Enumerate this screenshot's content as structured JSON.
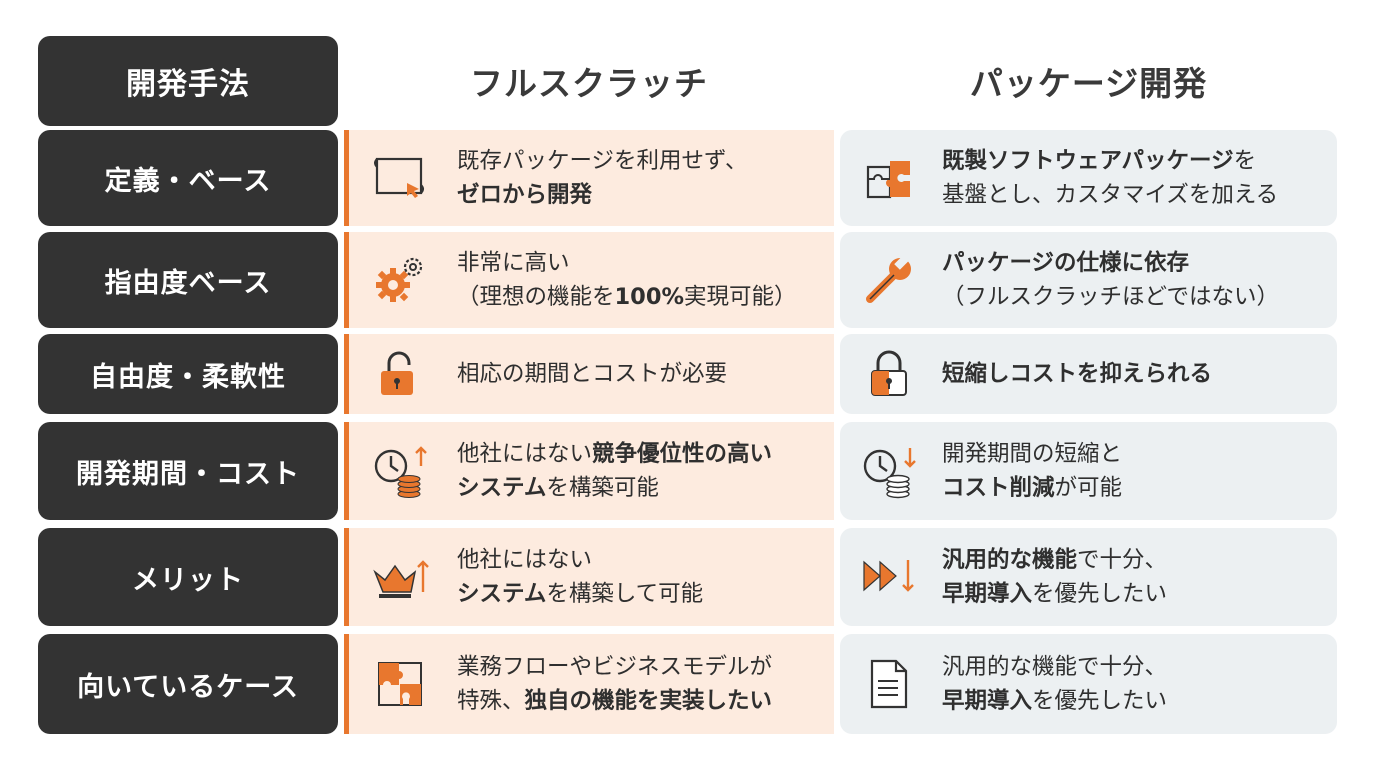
{
  "header": {
    "method_label": "開発手法",
    "col_fullscratch": "フルスクラッチ",
    "col_package": "パッケージ開発"
  },
  "rows": [
    {
      "label": "定義・ベース",
      "fs": {
        "icon": "blueprint-cursor-icon",
        "l1a": "既存パッケージを利用せず、",
        "l1b": "",
        "l2a": "ゼロから開発",
        "l2b": ""
      },
      "pk": {
        "icon": "puzzle-box-icon",
        "l1a": "既製ソフトウェアパッケージ",
        "l1b": "を",
        "l2a": "基盤とし、カスタマイズを加える",
        "l2b": ""
      }
    },
    {
      "label": "指由度ベース",
      "fs": {
        "icon": "gears-icon",
        "l1a": "非常に高い",
        "l1b": "",
        "l2a": "（理想の機能を",
        "l2b": "100%",
        "l2c": "実現可能）"
      },
      "pk": {
        "icon": "wrench-icon",
        "l1a": "パッケージの仕様に依存",
        "l1b": "",
        "l2a": "（フルスクラッチほどではない）",
        "l2b": ""
      }
    },
    {
      "label": "自由度・柔軟性",
      "fs": {
        "icon": "unlocked-padlock-icon",
        "l1a": "相応の期間とコストが必要"
      },
      "pk": {
        "icon": "padlock-icon",
        "l1a": "短縮し",
        "l1b": "コストを抑えられる"
      }
    },
    {
      "label": "開発期間・コスト",
      "fs": {
        "icon": "clock-coins-up-icon",
        "l1a": "他社にはない",
        "l1b": "競争優位性の高い",
        "l2a": "システム",
        "l2b": "を構築可能"
      },
      "pk": {
        "icon": "clock-coins-down-icon",
        "l1a": "開発期間の短縮と",
        "l1b": "",
        "l2a": "コスト削減",
        "l2b": "が可能"
      }
    },
    {
      "label": "メリット",
      "fs": {
        "icon": "crown-up-icon",
        "l1a": "他社にはない",
        "l1b": "",
        "l2a": "システム",
        "l2b": "を構築して可能"
      },
      "pk": {
        "icon": "fast-forward-down-icon",
        "l1a": "汎用的な機能",
        "l1b": "で十分、",
        "l2a": "早期導入",
        "l2b": "を優先したい"
      }
    },
    {
      "label": "向いているケース",
      "fs": {
        "icon": "puzzle-icon",
        "l1a": "業務フローやビジネスモデルが",
        "l1b": "",
        "l2a": "特殊、",
        "l2b": "独自の機能を実装したい"
      },
      "pk": {
        "icon": "document-icon",
        "l1a": "汎用的な機能で十分、",
        "l1b": "",
        "l2a": "早期導入",
        "l2b": "を優先したい"
      }
    }
  ],
  "colors": {
    "accent": "#e8772e",
    "dark": "#333333",
    "fs_bg": "#fdebdf",
    "pk_bg": "#ecf0f2"
  }
}
